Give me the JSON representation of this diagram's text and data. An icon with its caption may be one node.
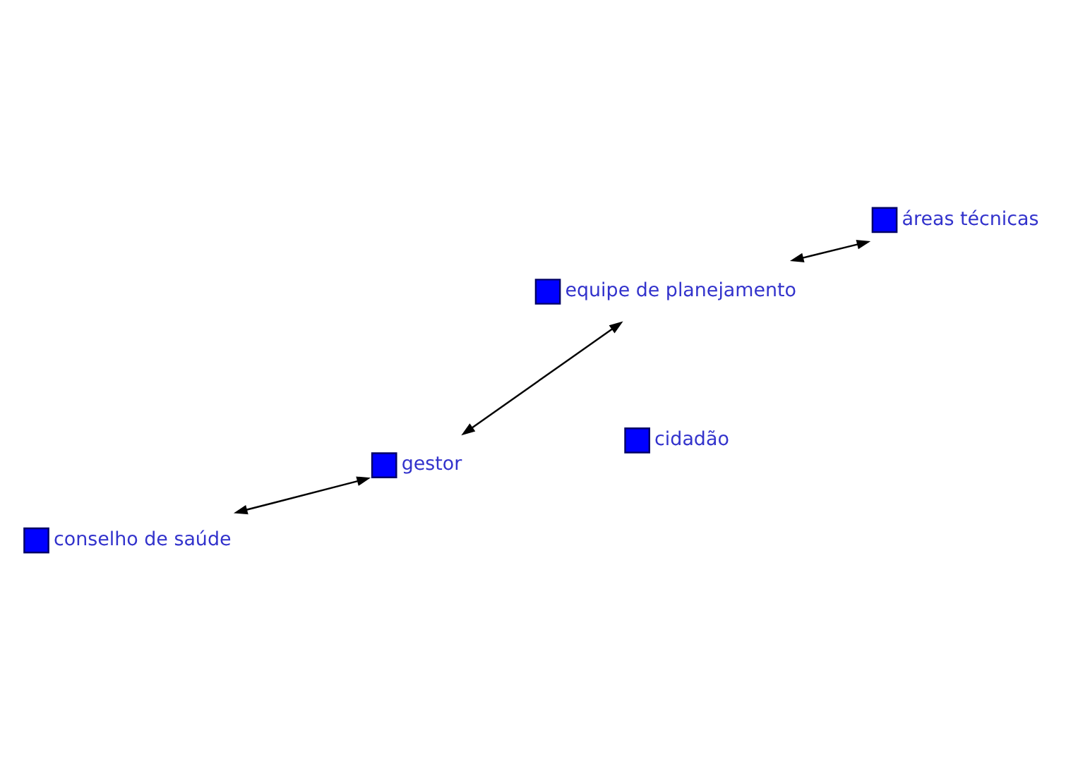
{
  "diagram": {
    "nodes": [
      {
        "text": [
          "conselho de saúde"
        ]
      },
      {
        "text": [
          "cidadão"
        ]
      },
      {
        "text": [
          "áreas técnicas"
        ]
      },
      {
        "text": [
          "gestor"
        ]
      },
      {
        "text": [
          "equipe de planejamento"
        ]
      }
    ],
    "edges": [
      {
        "from": 0,
        "to": 3,
        "arrow": "both"
      },
      {
        "from": 3,
        "to": 4,
        "arrow": "both"
      },
      {
        "from": 4,
        "to": 2,
        "arrow": "both"
      }
    ]
  }
}
